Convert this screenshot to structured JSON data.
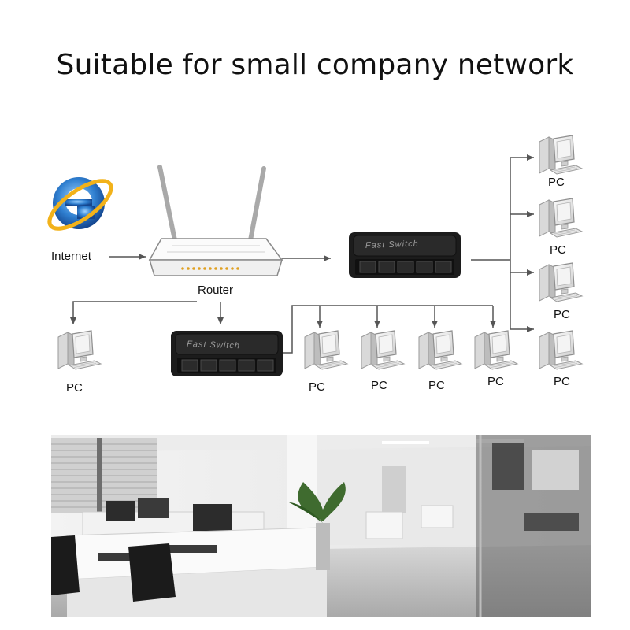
{
  "title": "Suitable for small company network",
  "labels": {
    "internet": "Internet",
    "router": "Router",
    "switch": "Fast Switch",
    "pc": "PC"
  },
  "colors": {
    "ie_blue": "#2f7fd0",
    "ie_ring": "#f2b21a",
    "switch_body": "#1c1c1c",
    "line": "#555555"
  },
  "icons": {
    "internet": "internet-explorer-icon",
    "router": "router-icon",
    "switch": "network-switch-icon",
    "pc": "desktop-pc-icon"
  }
}
